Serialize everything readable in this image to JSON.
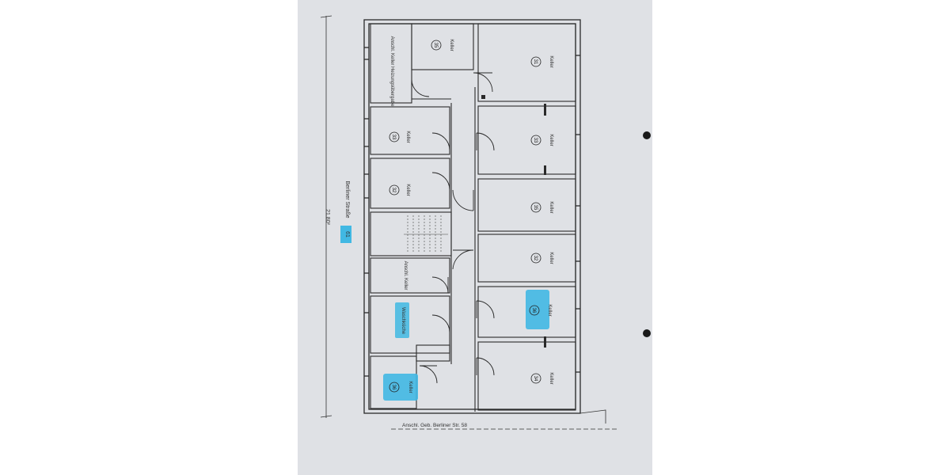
{
  "plan": {
    "dimension_text": "21.80²",
    "street_label": "Berliner Straße",
    "street_number": "61",
    "bottom_label": "Anschl. Geb. Berliner Str. 58",
    "highlight_color": "#41b8e3",
    "rooms": [
      {
        "label": "Anschl. Keller Heizungsübergabe",
        "number": ""
      },
      {
        "label": "Keller",
        "number": "35"
      },
      {
        "label": "Keller",
        "number": "31"
      },
      {
        "label": "Keller",
        "number": "33"
      },
      {
        "label": "Keller",
        "number": "33"
      },
      {
        "label": "Keller",
        "number": "32"
      },
      {
        "label": "Keller",
        "number": "35"
      },
      {
        "label": "Keller",
        "number": "32"
      },
      {
        "label": "Anschl. Keller",
        "number": ""
      },
      {
        "label": "Keller",
        "number": "36"
      },
      {
        "label": "Waschküche",
        "number": ""
      },
      {
        "label": "Keller",
        "number": "34"
      },
      {
        "label": "Keller",
        "number": "36"
      }
    ]
  }
}
